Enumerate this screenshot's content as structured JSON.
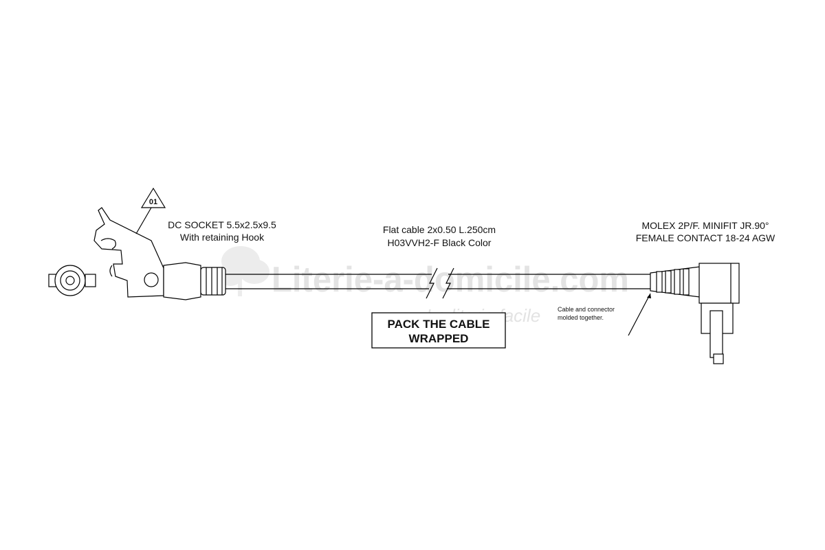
{
  "watermark": {
    "text": "Literie-a-domicile.com",
    "tagline": "La literie facile"
  },
  "callout": {
    "number": "01"
  },
  "labels": {
    "dc_socket_line1": "DC SOCKET 5.5x2.5x9.5",
    "dc_socket_line2": "With retaining Hook",
    "cable_line1": "Flat cable 2x0.50 L.250cm",
    "cable_line2": "H03VVH2-F Black Color",
    "molex_line1": "MOLEX 2P/F. MINIFIT JR.90°",
    "molex_line2": "FEMALE CONTACT 18-24 AGW",
    "molded_line1": "Cable and connector",
    "molded_line2": "molded together."
  },
  "pack_box": {
    "line1": "PACK THE CABLE",
    "line2": "WRAPPED"
  }
}
